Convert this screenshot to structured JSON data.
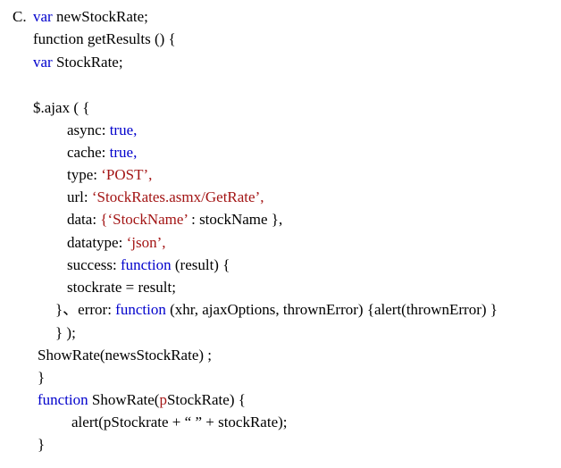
{
  "option_label": "C.",
  "lines": [
    {
      "segments": [
        {
          "text": "var",
          "kind": "kw"
        },
        {
          "text": " newStockRate;",
          "kind": "plain"
        }
      ]
    },
    {
      "segments": [
        {
          "text": "function getResults () {",
          "kind": "plain"
        }
      ]
    },
    {
      "segments": [
        {
          "text": "var",
          "kind": "kw"
        },
        {
          "text": " StockRate;",
          "kind": "plain"
        }
      ]
    },
    {
      "segments": [
        {
          "text": "$.ajax ( {",
          "kind": "plain"
        }
      ]
    },
    {
      "segments": [
        {
          "text": "async: ",
          "kind": "plain"
        },
        {
          "text": "true,",
          "kind": "lit"
        }
      ]
    },
    {
      "segments": [
        {
          "text": "cache: ",
          "kind": "plain"
        },
        {
          "text": "true,",
          "kind": "lit"
        }
      ]
    },
    {
      "segments": [
        {
          "text": "type: ",
          "kind": "plain"
        },
        {
          "text": "‘POST’,",
          "kind": "str"
        }
      ]
    },
    {
      "segments": [
        {
          "text": "url: ",
          "kind": "plain"
        },
        {
          "text": "‘StockRates.asmx/GetRate’,",
          "kind": "str"
        }
      ]
    },
    {
      "segments": [
        {
          "text": "data: ",
          "kind": "plain"
        },
        {
          "text": "{‘StockName’",
          "kind": "str"
        },
        {
          "text": " : stockName },",
          "kind": "plain"
        }
      ]
    },
    {
      "segments": [
        {
          "text": "datatype: ",
          "kind": "plain"
        },
        {
          "text": "‘json’,",
          "kind": "str"
        }
      ]
    },
    {
      "segments": [
        {
          "text": "success: ",
          "kind": "plain"
        },
        {
          "text": "function",
          "kind": "kw"
        },
        {
          "text": " (result) {",
          "kind": "plain"
        }
      ]
    },
    {
      "segments": [
        {
          "text": "stockrate = result;",
          "kind": "plain"
        }
      ]
    },
    {
      "segments": [
        {
          "text": "}、error: ",
          "kind": "plain"
        },
        {
          "text": "function",
          "kind": "kw"
        },
        {
          "text": " (xhr, ajaxOptions, thrownError) {alert(thrownError) }",
          "kind": "plain"
        }
      ]
    },
    {
      "segments": [
        {
          "text": "} );",
          "kind": "plain"
        }
      ]
    },
    {
      "segments": [
        {
          "text": "ShowRate(newsStockRate) ;",
          "kind": "plain"
        }
      ]
    },
    {
      "segments": [
        {
          "text": "}",
          "kind": "plain"
        }
      ]
    },
    {
      "segments": [
        {
          "text": "function",
          "kind": "kw"
        },
        {
          "text": " ShowRate(",
          "kind": "plain"
        },
        {
          "text": "p",
          "kind": "str"
        },
        {
          "text": "StockRate) {",
          "kind": "plain"
        }
      ]
    },
    {
      "segments": [
        {
          "text": "alert(pStockrate + “ ” + stockRate);",
          "kind": "plain"
        }
      ]
    },
    {
      "segments": [
        {
          "text": "}",
          "kind": "plain"
        }
      ]
    }
  ]
}
